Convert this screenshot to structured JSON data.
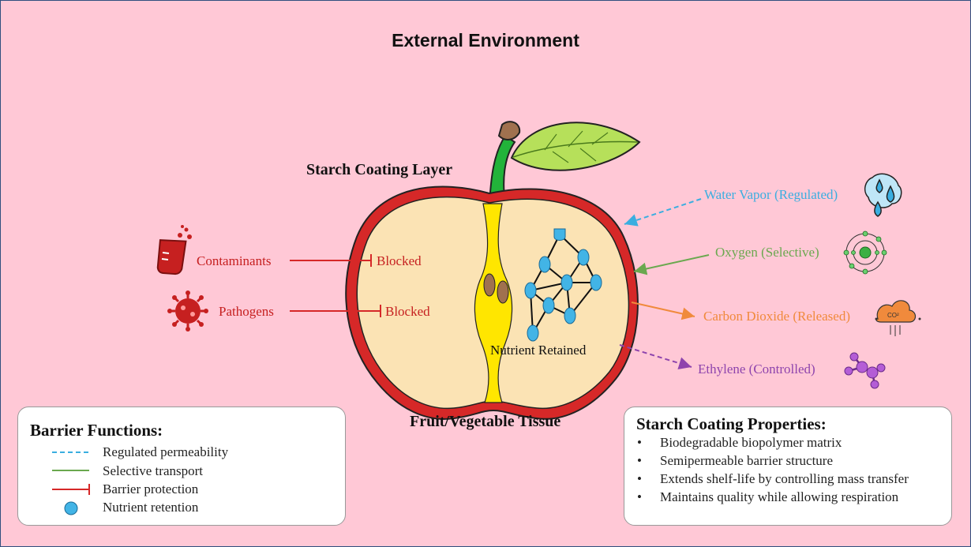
{
  "title": "External Environment",
  "labels": {
    "coating_layer": "Starch Coating Layer",
    "tissue": "Fruit/Vegetable Tissue",
    "nutrient": "Nutrient Retained"
  },
  "left_threats": [
    {
      "name": "Contaminants",
      "result": "Blocked",
      "icon": "beaker-icon"
    },
    {
      "name": "Pathogens",
      "result": "Blocked",
      "icon": "virus-icon"
    }
  ],
  "right_exchange": [
    {
      "label": "Water Vapor (Regulated)",
      "color": "#3aaee0",
      "icon": "water-drops-icon"
    },
    {
      "label": "Oxygen (Selective)",
      "color": "#6aa84f",
      "icon": "oxygen-atom-icon"
    },
    {
      "label": "Carbon Dioxide (Released)",
      "color": "#f08a3c",
      "icon": "co2-cloud-icon"
    },
    {
      "label": "Ethylene (Controlled)",
      "color": "#8e44ad",
      "icon": "molecule-icon"
    }
  ],
  "legend": {
    "title": "Barrier Functions:",
    "items": [
      "Regulated permeability",
      "Selective transport",
      "Barrier protection",
      "Nutrient retention"
    ]
  },
  "properties": {
    "title": "Starch Coating Properties:",
    "bullet": "•",
    "items": [
      "Biodegradable biopolymer matrix",
      "Semipermeable barrier structure",
      "Extends shelf-life by controlling mass transfer",
      "Maintains quality while allowing respiration"
    ]
  },
  "colors": {
    "background": "#ffc8d6",
    "red": "#d62828",
    "apple_flesh": "#fbe3b4",
    "core": "#ffe600",
    "nutrient": "#42b4e6"
  }
}
